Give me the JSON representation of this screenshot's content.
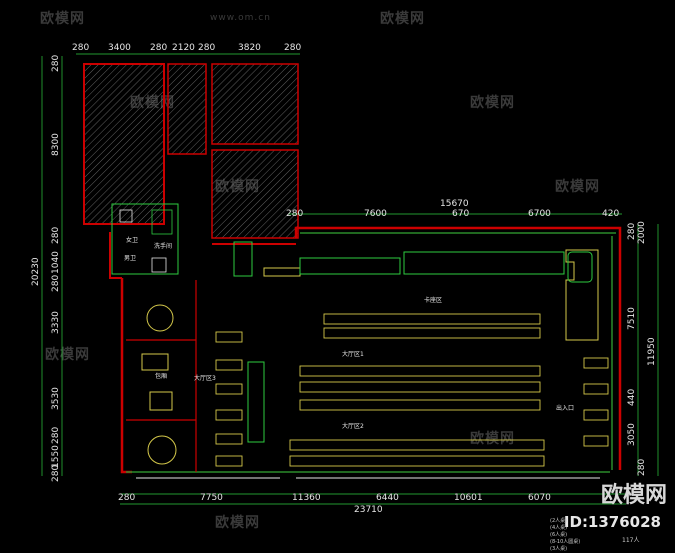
{
  "watermark": {
    "text": "欧模网",
    "url": "www.om.cn"
  },
  "brand": {
    "logo": "欧模网",
    "id": "ID:1376028"
  },
  "dims_top_left": [
    "280",
    "3400",
    "280",
    "2120",
    "280",
    "3820",
    "280"
  ],
  "dims_top_right": [
    "280",
    "7600",
    "670",
    "6700",
    "420"
  ],
  "dim_top_total": "15670",
  "dims_bottom": [
    "280",
    "7750",
    "11360",
    "6440",
    "10601",
    "6070"
  ],
  "dim_bottom_total": "23710",
  "dims_left": [
    "280",
    "8300",
    "280",
    "1040",
    "280",
    "3330",
    "3530",
    "280",
    "1550",
    "280"
  ],
  "dim_left_total": "20230",
  "dims_right": [
    "280",
    "2000",
    "7510",
    "440",
    "3050",
    "280"
  ],
  "dim_right_total": "11950",
  "labels": {
    "wash": "洗手间",
    "female": "女卫",
    "male": "男卫",
    "booth": "卡座区",
    "private": "包厢",
    "hall1": "大厅区1",
    "hall2": "大厅区2",
    "hall3": "大厅区3",
    "entrance": "出入口"
  },
  "legend": [
    "(2人桌)",
    "(4人桌)",
    "(6人桌)",
    "(8-10人圆桌)",
    "(3人桌)"
  ],
  "total_seats": "117人"
}
